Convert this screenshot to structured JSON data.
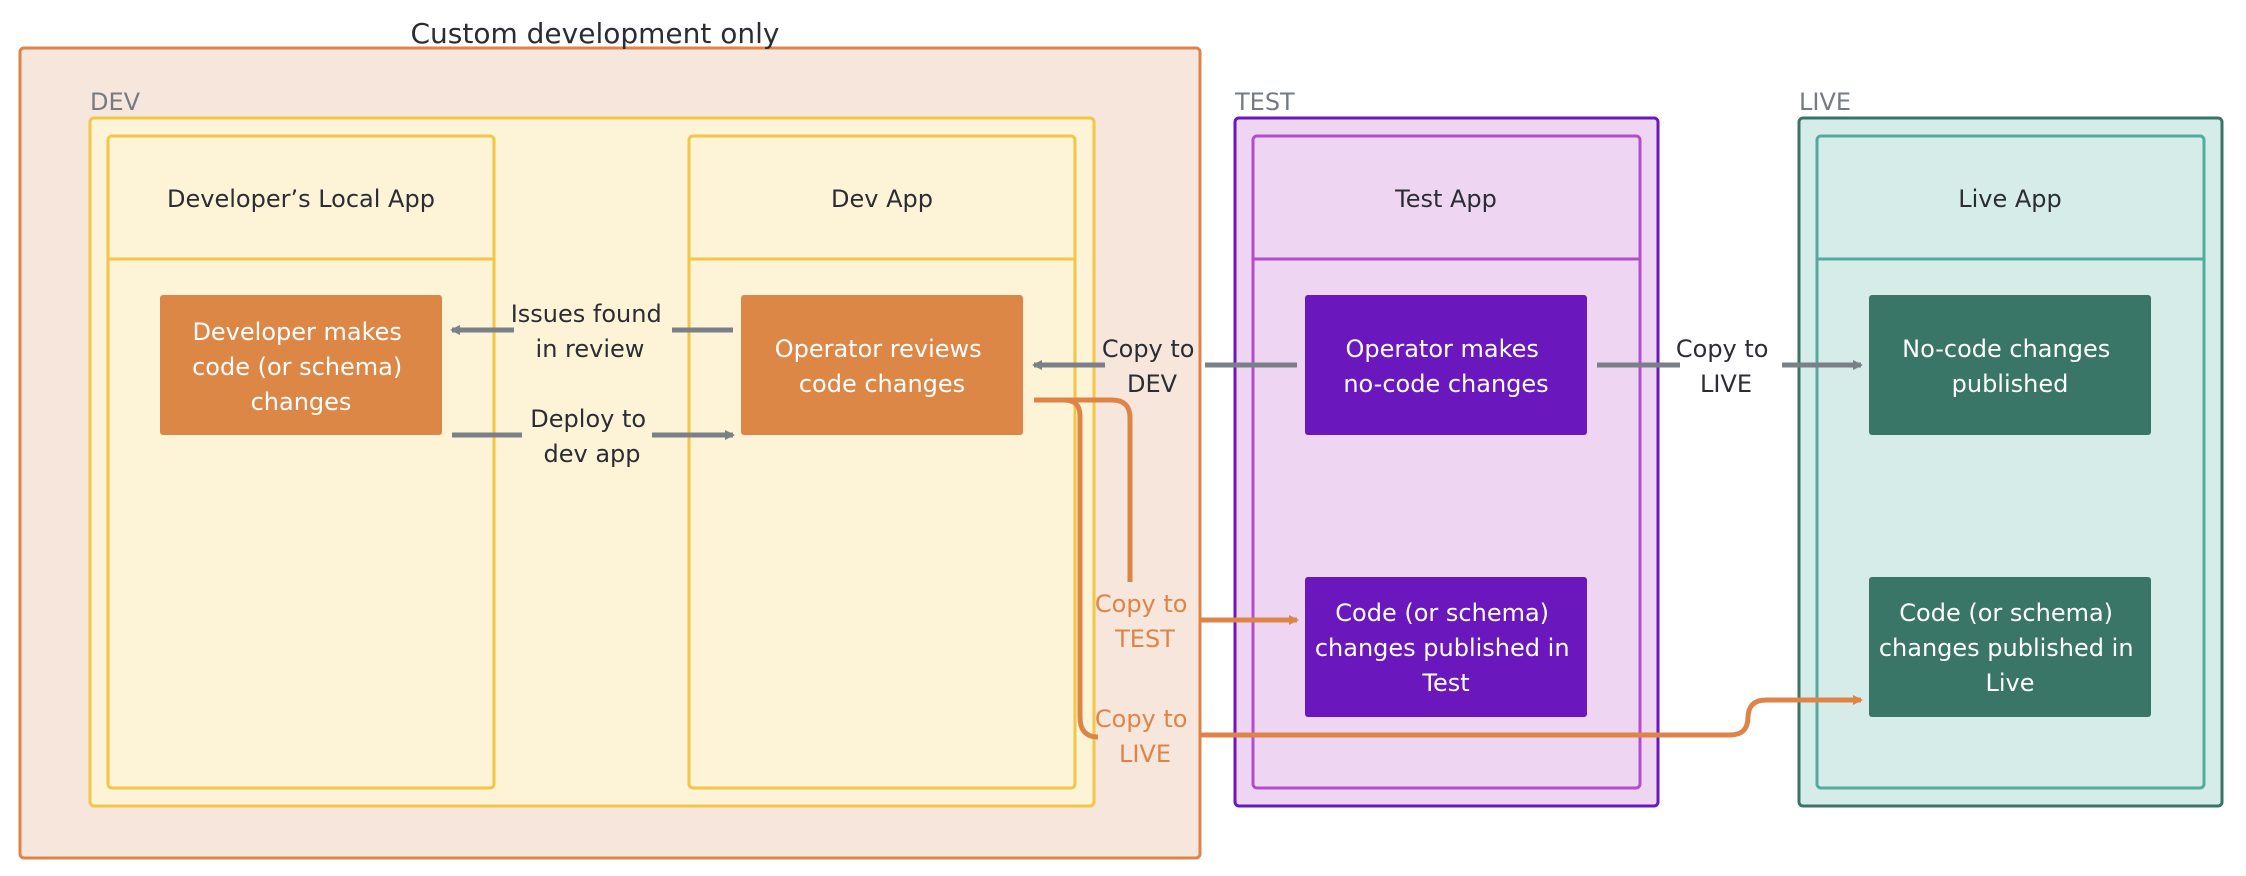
{
  "colors": {
    "background": "#ffffff",
    "custom_fill": "#f7e6dc",
    "custom_stroke": "#de8447",
    "dev_fill": "#fdf3d6",
    "dev_stroke": "#f2c646",
    "test_fill": "#eed6f3",
    "test_stroke": "#6a17be",
    "test_inner_stroke": "#b44ccf",
    "live_fill": "#d6ece9",
    "live_stroke": "#3a7466",
    "live_inner_stroke": "#52ab9e",
    "orange_node": "#dd8747",
    "purple_node": "#6a17be",
    "green_node": "#3a7668",
    "gray_arrow": "#7a8088",
    "orange_arrow": "#de8447",
    "dark_text": "#2c2c34",
    "zone_label_text": "#757b82",
    "node_text": "#ffffff",
    "orange_label_text": "#de8447"
  },
  "labels": {
    "custom_title": "Custom development only",
    "dev_zone": "DEV",
    "test_zone": "TEST",
    "live_zone": "LIVE"
  },
  "apps": {
    "local": "Developer’s Local App",
    "dev": "Dev App",
    "test": "Test App",
    "live": "Live App"
  },
  "nodes": {
    "developer_changes": [
      "Developer makes",
      "code (or schema)",
      "changes"
    ],
    "operator_reviews": [
      "Operator reviews",
      "code changes"
    ],
    "operator_nocode": [
      "Operator makes",
      "no-code changes"
    ],
    "code_published_test": [
      "Code (or schema)",
      "changes published in",
      "Test"
    ],
    "nocode_published": [
      "No-code changes",
      "published"
    ],
    "code_published_live": [
      "Code (or schema)",
      "changes published in",
      "Live"
    ]
  },
  "edges": {
    "issues_found": [
      "Issues found",
      "in review"
    ],
    "deploy_dev": [
      "Deploy to",
      "dev app"
    ],
    "copy_dev": [
      "Copy to",
      "DEV"
    ],
    "copy_live": [
      "Copy to",
      "LIVE"
    ],
    "copy_test_orange": [
      "Copy to",
      "TEST"
    ],
    "copy_live_orange": [
      "Copy to",
      "LIVE"
    ]
  }
}
